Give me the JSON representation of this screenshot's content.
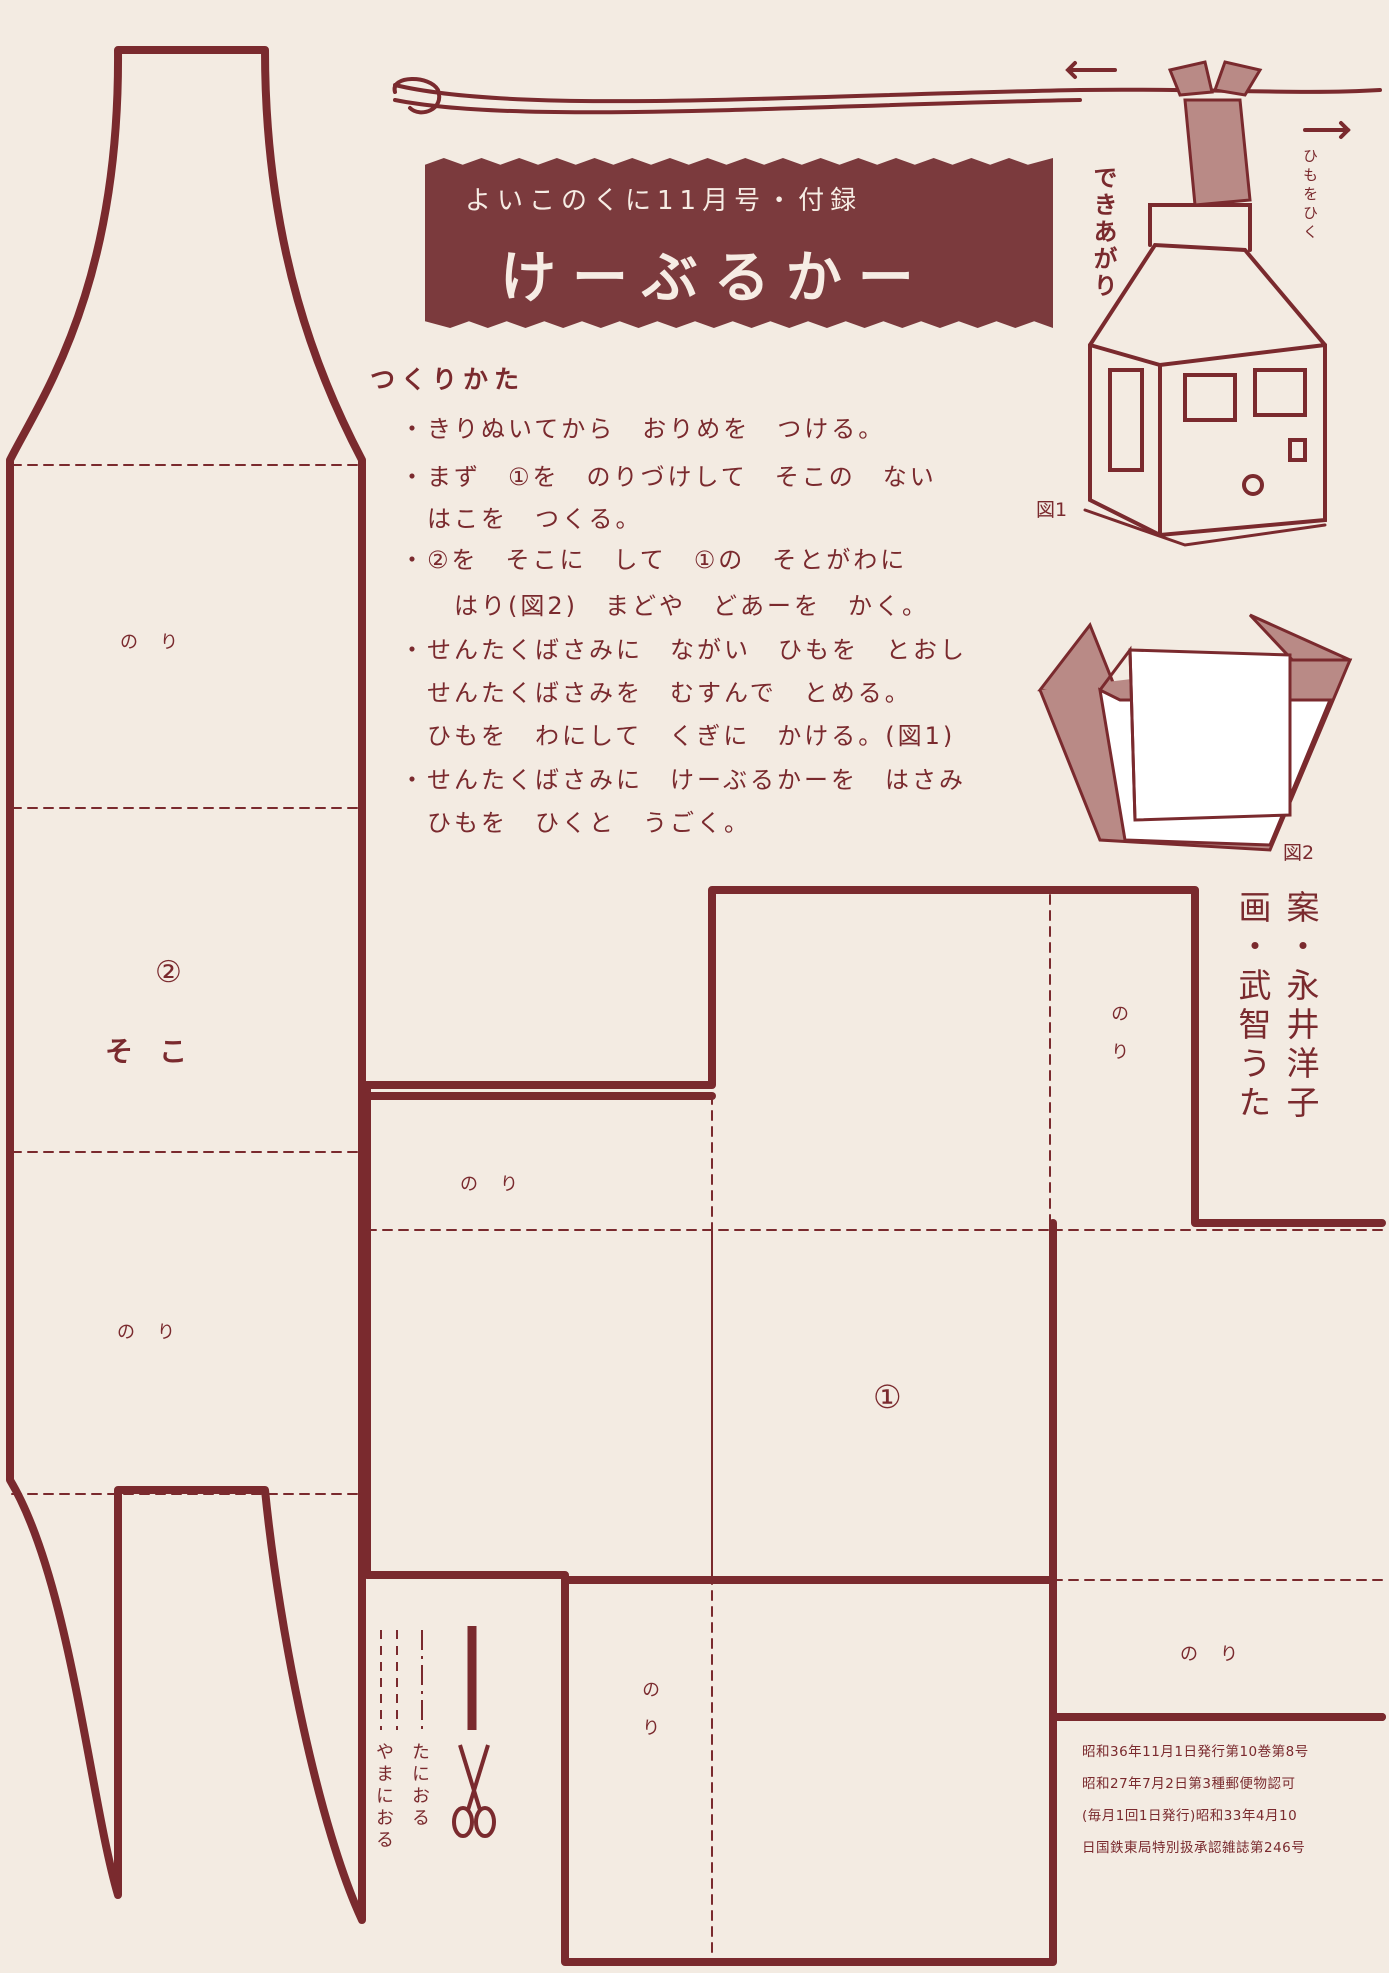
{
  "banner": {
    "subtitle": "よいこのくに11月号・付録",
    "title": "けーぶるかー"
  },
  "instructions": {
    "heading": "つくりかた",
    "lines": [
      "・きりぬいてから　おりめを　つける。",
      "・まず　①を　のりづけして　そこの　ない",
      "　はこを　つくる。",
      "・②を　そこに　して　①の　そとがわに",
      "　　はり(図2)　まどや　どあーを　かく。",
      "・せんたくばさみに　ながい　ひもを　とおし",
      "　せんたくばさみを　むすんで　とめる。",
      "　ひもを　わにして　くぎに　かける。(図1)",
      "・せんたくばさみに　けーぶるかーを　はさみ",
      "　ひもを　ひくと　うごく。"
    ]
  },
  "figure1": {
    "caption": "図1",
    "finished_label": "できあがり",
    "pull_label": "ひもをひく"
  },
  "figure2": {
    "caption": "図2"
  },
  "credits": {
    "plan": "案・永井洋子",
    "drawing": "画・武智うた"
  },
  "labels": {
    "glue": "のり",
    "bottom": "そこ",
    "part1": "①",
    "part2": "②"
  },
  "legend": {
    "valley_fold": "たにおる",
    "mountain_fold": "やまにおる"
  },
  "footer": {
    "lines": [
      "昭和36年11月1日発行第10巻第8号",
      "昭和27年7月2日第3種郵便物認可",
      "(毎月1回1日発行)昭和33年4月10",
      "日国鉄東局特別扱承認雑誌第246号"
    ]
  },
  "colors": {
    "ink": "#7a2a2e",
    "paper": "#f3ebe2",
    "banner": "#7b3a3d",
    "figure_fill": "#b98a86"
  }
}
